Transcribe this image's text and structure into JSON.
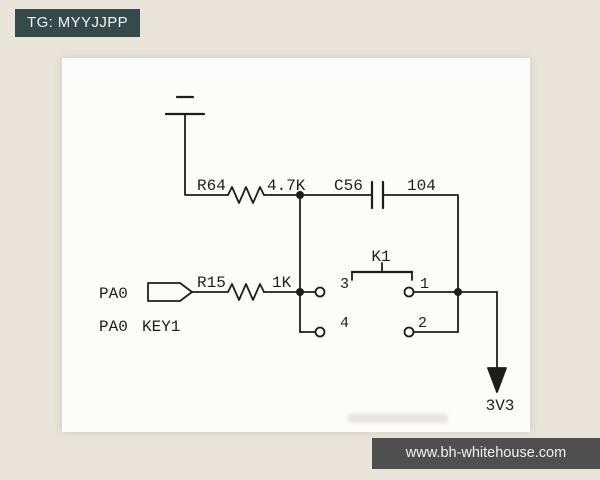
{
  "watermarks": {
    "top": "TG: MYYJJPP",
    "bottom": "www.bh-whitehouse.com"
  },
  "colors": {
    "page_bg": "#e9e4d9",
    "panel_bg": "#fcfcfa",
    "ink": "#1d1d1d",
    "badge_top_bg": "#374a4b",
    "badge_bottom_bg": "#4f4f4f",
    "badge_text": "#f2f2f2"
  },
  "components": {
    "r64": {
      "ref": "R64",
      "value": "4.7K"
    },
    "c56": {
      "ref": "C56",
      "value": "104"
    },
    "r15": {
      "ref": "R15",
      "value": "1K"
    },
    "k1": {
      "ref": "K1",
      "pins": {
        "p1": "1",
        "p2": "2",
        "p3": "3",
        "p4": "4"
      }
    },
    "connector": {
      "pin_label": "PA0",
      "net_label": "PA0",
      "net_name": "KEY1"
    },
    "power": {
      "rail": "3V3"
    }
  }
}
